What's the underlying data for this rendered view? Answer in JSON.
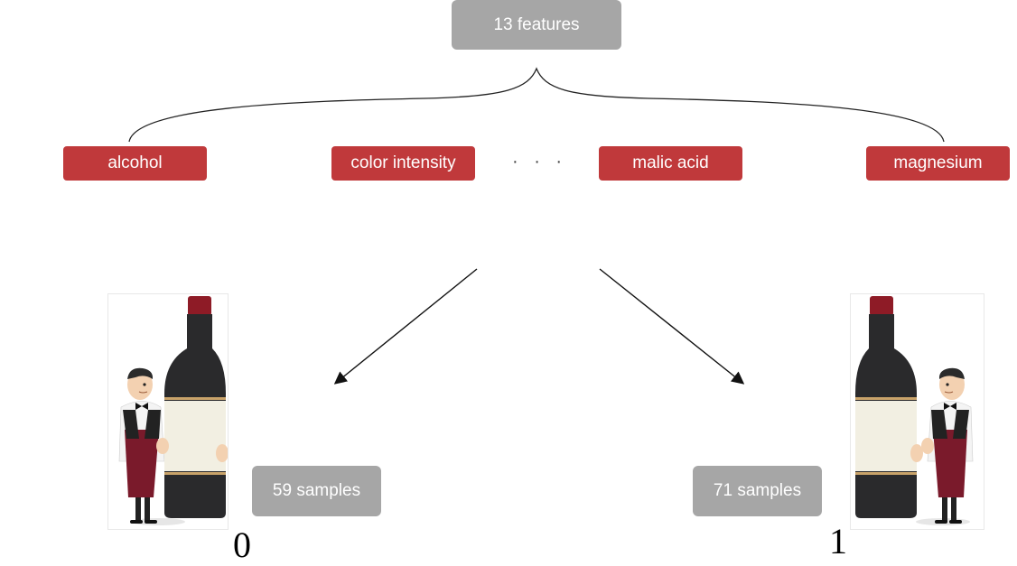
{
  "root": {
    "label": "13 features"
  },
  "features": [
    {
      "label": "alcohol"
    },
    {
      "label": "color intensity"
    },
    {
      "label": "malic acid"
    },
    {
      "label": "magnesium"
    }
  ],
  "ellipsis": "· · ·",
  "classes": [
    {
      "samples": "59 samples",
      "label": "0"
    },
    {
      "samples": "71 samples",
      "label": "1"
    }
  ],
  "colors": {
    "feature_box": "#c0393b",
    "count_box": "#a6a6a6",
    "wine_bottle": "#2a2a2c",
    "wine_cap": "#8e1b26",
    "waistcoat": "#7a1a2b"
  }
}
